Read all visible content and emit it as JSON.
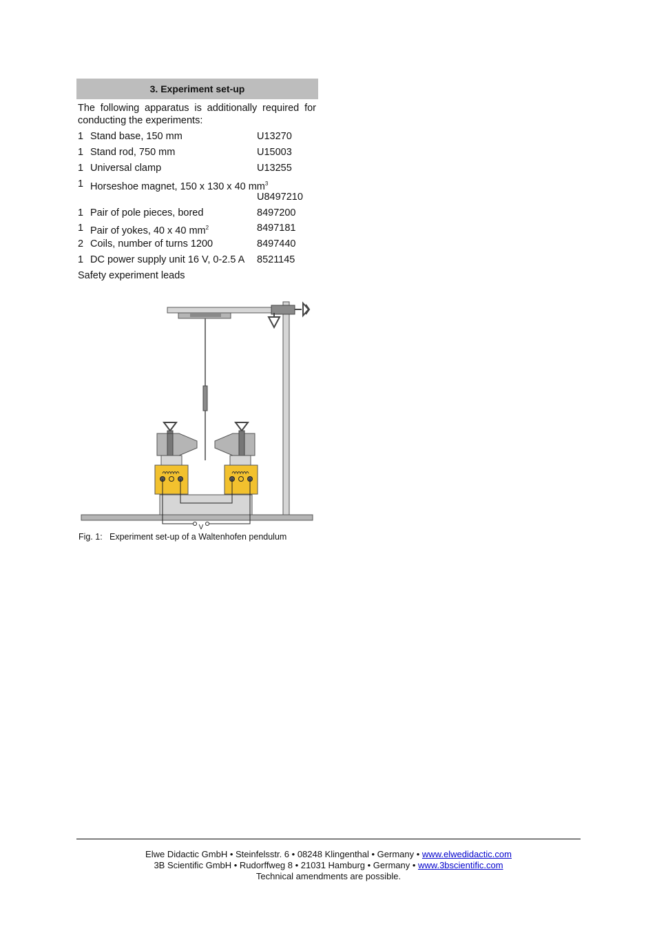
{
  "section": {
    "title": "3. Experiment set-up"
  },
  "intro": "The following apparatus is additionally required for conducting the experiments:",
  "items": [
    {
      "qty": "1",
      "desc": "Stand base, 150 mm",
      "code": "U13270"
    },
    {
      "qty": "1",
      "desc": "Stand rod, 750 mm",
      "code": "U15003"
    },
    {
      "qty": "1",
      "desc": "Universal clamp",
      "code": "U13255"
    },
    {
      "qty": "1",
      "desc": "Horseshoe magnet, 150 x 130 x 40 mm",
      "sup": "3",
      "code": "U8497210"
    },
    {
      "qty": "1",
      "desc": "Pair of pole pieces, bored",
      "code": "8497200"
    },
    {
      "qty": "1",
      "desc": "Pair of yokes, 40 x 40 mm",
      "sup": "2",
      "code": "8497181"
    },
    {
      "qty": "2",
      "desc": "Coils, number of turns 1200",
      "code": "8497440"
    },
    {
      "qty": "1",
      "desc": "DC power supply unit 16 V, 0-2.5 A",
      "code": "8521145"
    }
  ],
  "extra_item": "Safety experiment leads",
  "figure": {
    "caption_label": "Fig. 1:",
    "caption_text": "Experiment set-up of a Waltenhofen pendulum",
    "voltage_label": "V",
    "colors": {
      "coil": "#f2c12e",
      "metal": "#b5b5b5",
      "light_metal": "#d6d6d6",
      "dark_metal": "#8a8a8a"
    }
  },
  "footer": {
    "line1_text": "Elwe Didactic GmbH • Steinfelsstr. 6 • 08248 Klingenthal • Germany • ",
    "line1_link": "www.elwedidactic.com",
    "line2_text": "3B Scientific GmbH • Rudorffweg 8 • 21031 Hamburg • Germany • ",
    "line2_link": "www.3bscientific.com",
    "line3_text": "Technical amendments are possible."
  }
}
